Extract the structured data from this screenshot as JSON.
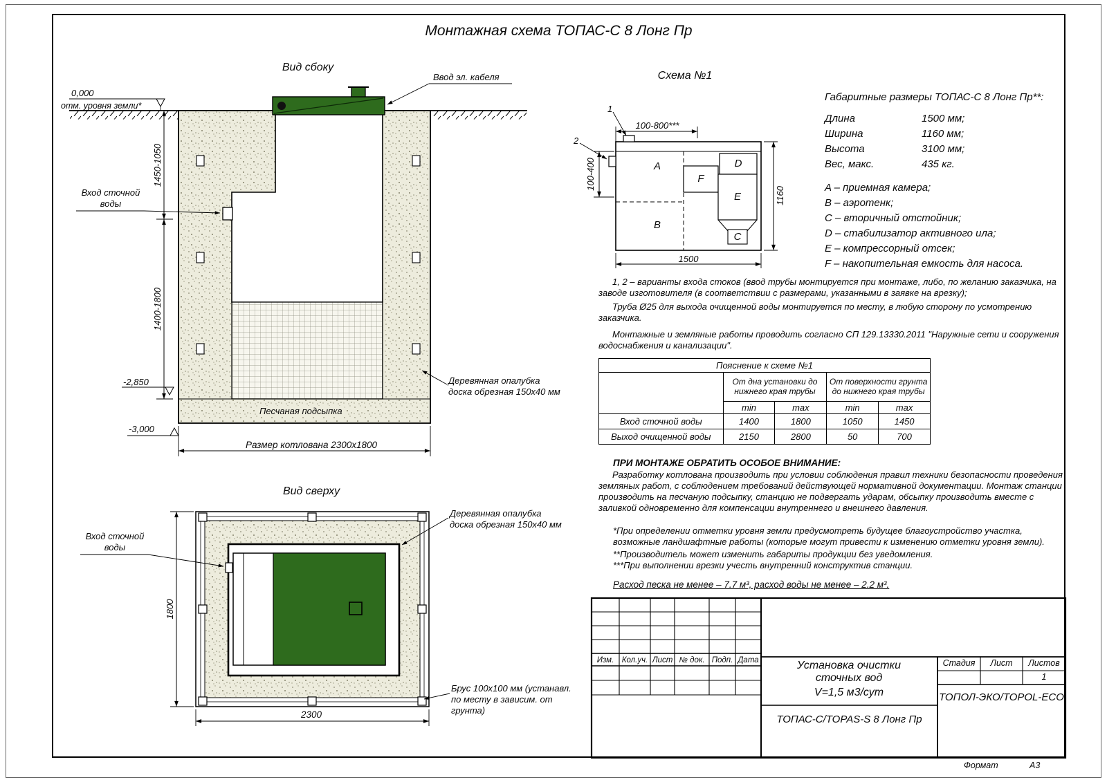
{
  "title": "Монтажная схема ТОПАС-С 8 Лонг Пр",
  "side_view": {
    "heading": "Вид сбоку",
    "cable_label": "Ввод эл. кабеля",
    "level_zero": "0,000",
    "ground_label": "отм. уровня земли*",
    "dim_upper": "1450-1050",
    "dim_lower": "1400-1800",
    "level_2850": "-2,850",
    "level_3000": "-3,000",
    "inlet_label": "Вход сточной воды",
    "formwork_label": "Деревянная опалубка доска обрезная 150x40 мм",
    "sand_label": "Песчаная подсыпка",
    "pit_size_label": "Размер котлована 2300x1800"
  },
  "top_view": {
    "heading": "Вид сверху",
    "inlet_label": "Вход сточной воды",
    "formwork_label": "Деревянная опалубка доска обрезная 150x40 мм",
    "beam_label": "Брус 100x100 мм (устанавл. по месту в зависим. от грунта)",
    "dim_height": "1800",
    "dim_width": "2300"
  },
  "scheme": {
    "heading": "Схема №1",
    "dim_top": "100-800***",
    "dim_left": "100-400",
    "dim_bottom": "1500",
    "dim_right": "1160",
    "marker_1": "1",
    "marker_2": "2",
    "compartments": [
      "A",
      "B",
      "C",
      "D",
      "E",
      "F"
    ]
  },
  "overall": {
    "heading": "Габаритные размеры ТОПАС-С 8 Лонг Пр**:",
    "rows": [
      {
        "label": "Длина",
        "value": "1500 мм;"
      },
      {
        "label": "Ширина",
        "value": "1160 мм;"
      },
      {
        "label": "Высота",
        "value": "3100 мм;"
      },
      {
        "label": "Вес, макс.",
        "value": "435 кг."
      }
    ]
  },
  "legend": [
    "A – приемная камера;",
    "B – аэротенк;",
    "C – вторичный отстойник;",
    "D – стабилизатор активного ила;",
    "E – компрессорный отсек;",
    "F – накопительная емкость для насоса."
  ],
  "notes": {
    "p1": "1, 2 – варианты входа  стоков (ввод трубы монтируется при монтаже, либо, по желанию заказчика, на заводе изготовителя (в соответствии с размерами, указанными в заявке на врезку);",
    "p2": "Труба Ø25 для выхода очищенной воды монтируется по месту, в любую сторону по усмотрению заказчика.",
    "p3": "Монтажные и земляные работы проводить согласно СП 129.13330.2011 \"Наружные сети и сооружения водоснабжения и канализации\"."
  },
  "exp_table": {
    "title": "Пояснение к схеме №1",
    "group1": "От дна установки до нижнего края трубы",
    "group2": "От поверхности грунта до нижнего края трубы",
    "min_label": "min",
    "max_label": "max",
    "rows": [
      {
        "label": "Вход сточной воды",
        "values": [
          "1400",
          "1800",
          "1050",
          "1450"
        ]
      },
      {
        "label": "Выход очищенной воды",
        "values": [
          "2150",
          "2800",
          "50",
          "700"
        ]
      }
    ]
  },
  "attention": {
    "heading": "ПРИ МОНТАЖЕ ОБРАТИТЬ ОСОБОЕ ВНИМАНИЕ:",
    "p1": "Разработку котлована производить при условии соблюдения правил техники безопасности проведения земляных работ, с соблюдением требований действующей нормативной документации. Монтаж станции производить на песчаную подсыпку, станцию не подвергать ударам, обсыпку производить вместе с заливкой одновременно для компенсации внутреннего и внешнего давления.",
    "star1": "*При определении отметки уровня земли предусмотреть будущее благоустройство участка, возможные ландшафтные работы (которые могут привести к изменению отметки уровня земли).",
    "star2": "**Производитель может изменить габариты продукции без уведомления.",
    "star3": "***При выполнении врезки учесть внутренний конструктив станции.",
    "consumption": "Расход песка не менее – 7.7 м³, расход воды не менее – 2.2 м³."
  },
  "title_block": {
    "rev_headers": [
      "Изм.",
      "Кол.уч.",
      "Лист",
      "№ док.",
      "Подп.",
      "Дата"
    ],
    "project_name": "Установка очистки сточных вод",
    "project_volume": "V=1,5 м3/сут",
    "stage_label": "Стадия",
    "sheet_label": "Лист",
    "sheets_label": "Листов",
    "sheets_value": "1",
    "model": "ТОПАС-С/TOPAS-S 8 Лонг Пр",
    "company": "ТОПОЛ-ЭКО/TOPOL-ECO"
  },
  "format": {
    "label": "Формат",
    "value": "А3"
  }
}
